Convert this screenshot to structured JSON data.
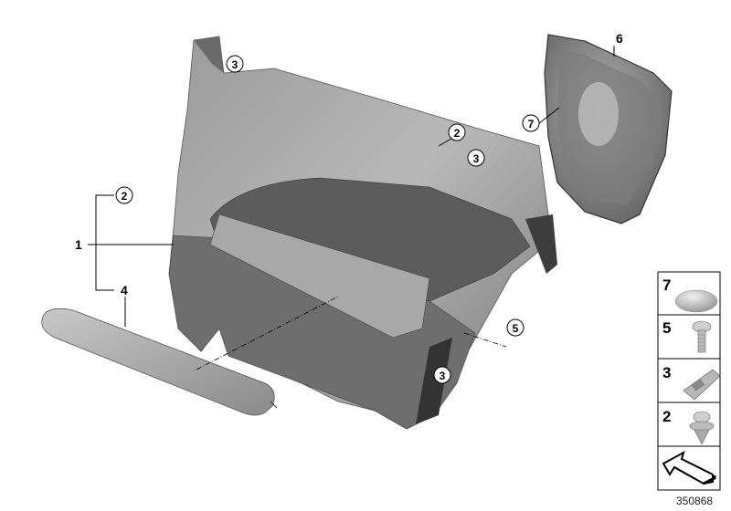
{
  "diagram": {
    "part_labels": {
      "panel": "1",
      "armrest": "4",
      "cover": "6"
    },
    "callouts": [
      "3",
      "2",
      "3",
      "2",
      "7",
      "5",
      "3"
    ],
    "legend": {
      "items": [
        {
          "number": "7",
          "part": "cap-icon"
        },
        {
          "number": "5",
          "part": "screw-icon"
        },
        {
          "number": "3",
          "part": "clip-icon"
        },
        {
          "number": "2",
          "part": "expanding-rivet-icon"
        },
        {
          "number": "",
          "part": "direction-arrow-icon"
        }
      ]
    },
    "document_number": "350868"
  },
  "colors": {
    "panel": "#8c8c8c",
    "panel_light": "#b4b4b4",
    "panel_dark": "#5e5e5e",
    "line": "#000000"
  }
}
